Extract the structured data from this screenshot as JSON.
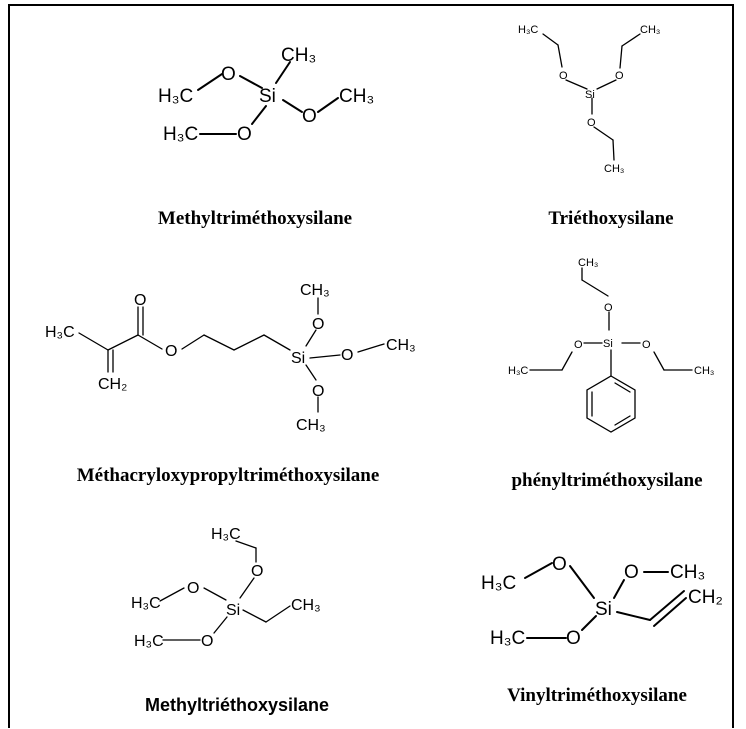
{
  "labels": {
    "H3C": "H₃C",
    "CH3": "CH₃",
    "CH2": "CH₂",
    "O": "O",
    "Si": "Si"
  },
  "compounds": [
    {
      "name": "Methyltriméthoxysilane"
    },
    {
      "name": "Triéthoxysilane"
    },
    {
      "name": "Méthacryloxypropyltriméthoxysilane"
    },
    {
      "name": "phényltriméthoxysilane"
    },
    {
      "name": "Methyltriéthoxysilane"
    },
    {
      "name": "Vinyltriméthoxysilane"
    }
  ]
}
